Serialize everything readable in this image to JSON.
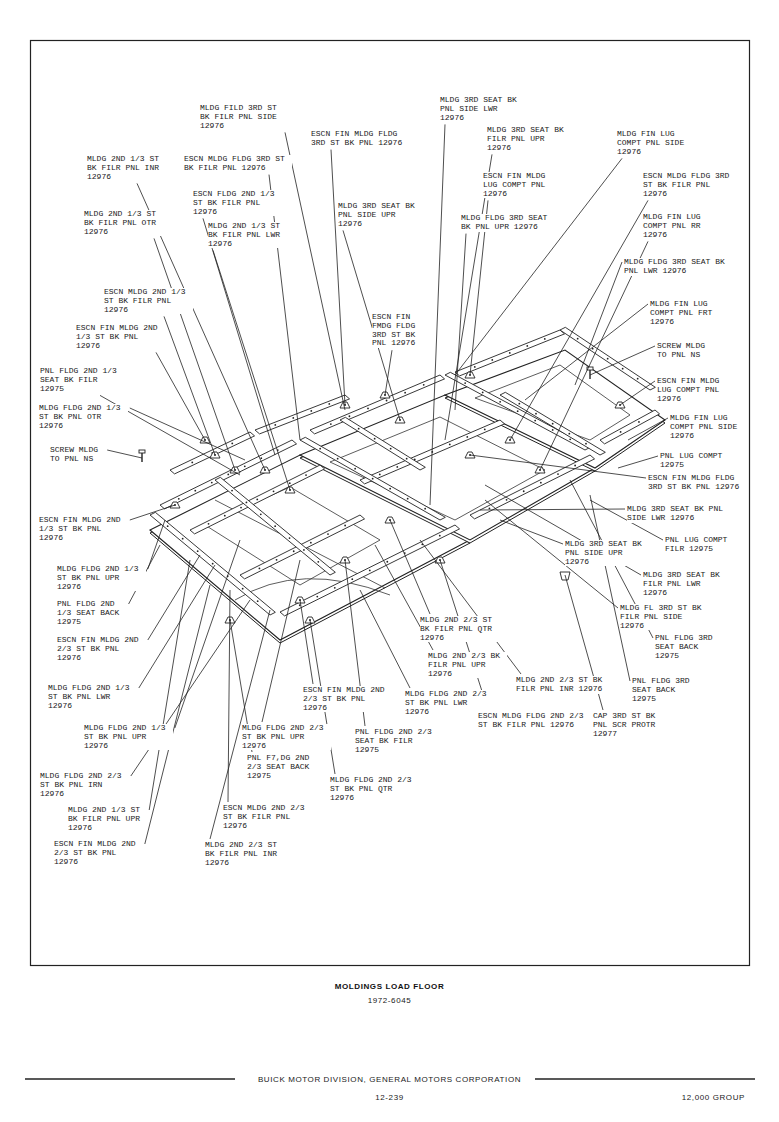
{
  "diagram": {
    "title": "MOLDINGS LOAD FLOOR",
    "labels": [
      "MLDG FILD 3RD ST BK FILR PNL SIDE 12976",
      "MLDG 3RD SEAT BK PNL SIDE LWR 12976",
      "MLDG 3RD SEAT BK FILR PNL UPR 12976",
      "MLDG FIN LUG COMPT PNL SIDE 12976",
      "ESCN FIN MLDG FLDG 3RD ST BK PNL 12976",
      "MLDG 2ND 1/3 ST BK FILR PNL INR 12976",
      "ESCN MLDG FLDG 3RD ST BK FILR PNL 12976",
      "ESCN FIN MLDG LUG COMPT PNL 12976",
      "ESCN MLDG FLDG 3RD ST BK FILR PNL 12976",
      "ESCN FLDG 2ND 1/3 ST BK FILR PNL 12976",
      "MLDG 2ND 1/3 ST BK FILR PNL OTR 12976",
      "MLDG 2ND 1/3 ST BK FILR PNL LWR 12976",
      "MLDG 3RD SEAT BK PNL SIDE UPR 12976",
      "MLDG FLDG 3RD SEAT BK PNL UPR 12976",
      "MLDG FIN LUG COMPT PNL RR 12976",
      "MLDG FLDG 3RD SEAT BK PNL LWR 12976",
      "ESCN MLDG 2ND 1/3 ST BK FILR PNL 12976",
      "MLDG FIN LUG COMPT PNL FRT 12976",
      "ESCN FIN MLDG 2ND 1/3 ST BK PNL 12976",
      "ESCN FIN FMDG FLDG 3RD ST BK PNL 12976",
      "SCREW MLDG TO PNL NS",
      "PNL FLDG 2ND 1/3 SEAT BK FILR 12975",
      "ESCN FIN MLDG LUG COMPT PNL 12976",
      "MLDG FLDG 2ND 1/3 ST BK PNL OTR 12976",
      "MLDG FIN LUG COMPT PNL SIDE 12976",
      "SCREW MLDG TO PNL NS",
      "PNL LUG COMPT 12975",
      "ESCN FIN MLDG FLDG 3RD ST BK PNL 12976",
      "MLDG 3RD SEAT BK PNL SIDE LWR 12976",
      "ESCN FIN MLDG 2ND 1/3 ST BK PNL 12976",
      "PNL LUG COMPT FILR 12975",
      "MLDG 3RD SEAT BK PNL SIDE UPR 12976",
      "MLDG 3RD SEAT BK FILR PNL LWR 12976",
      "MLDG FLDG 2ND 1/3 ST BK PNL UPR 12976",
      "PNL FLDG 2ND 1/3 SEAT BACK 12975",
      "MLDG FL 3RD ST BK FILR PNL SIDE 12976",
      "MLDG 2ND 2/3 ST BK FILR PNL QTR 12976",
      "ESCN FIN MLDG 2ND 2/3 ST BK PNL 12976",
      "PNL FLDG 3RD SEAT BACK 12975",
      "MLDG 2ND 2/3 BK FILR PNL UPR 12976",
      "MLDG 2ND 2/3 ST BK FILR PNL INR 12976",
      "PNL FLDG 3RD SEAT BACK 12975",
      "MLDG FLDG 2ND 1/3 ST BK PNL LWR 12976",
      "ESCN FIN MLDG 2ND 2/3 ST BK PNL 12976",
      "MLDG FLDG 2ND 2/3 ST BK PNL LWR 12976",
      "ESCN MLDG FLDG 2ND 2/3 ST BK FILR PNL 12976",
      "CAP 3RD ST BK PNL SCR PROTR 12977",
      "MLDG FLDG 2ND 1/3 ST BK PNL UPR 12976",
      "MLDG FLDG 2ND 2/3 ST BK PNL UPR 12976",
      "PNL FLDG 2ND 2/3 SEAT BK FILR 12975",
      "PNL F7,DG 2ND 2/3 SEAT BACK 12975",
      "MLDG FLDG 2ND 2/3 ST BK PNL QTR 12976",
      "MLDG FLDG 2ND 2/3 ST BK PNL IRN 12976",
      "MLDG 2ND 1/3 ST BK FILR PNL UPR 12976",
      "ESCN MLDG 2ND 2/3 ST BK FILR PNL 12976",
      "ESCN FIN MLDG 2ND 2/3 ST BK PNL 12976",
      "MLDG 2ND 2/3 ST BK FILR PNL INR 12976",
      "1972-6045",
      "BUICK MOTOR DIVISION, GENERAL MOTORS CORPORATION",
      "12-239",
      "12,000 GROUP"
    ]
  }
}
